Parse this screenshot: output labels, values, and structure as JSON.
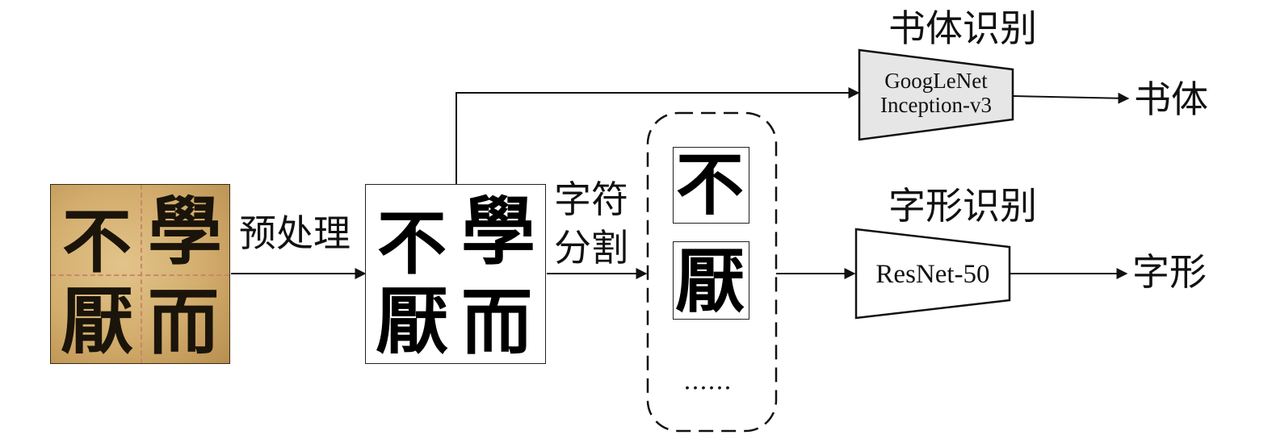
{
  "labels": {
    "preprocess": "预处理",
    "segment_line1": "字符",
    "segment_line2": "分割",
    "style_title": "书体识别",
    "glyph_title": "字形识别",
    "style_output": "书体",
    "glyph_output": "字形",
    "ellipsis": "……"
  },
  "networks": {
    "style_net_line1": "GoogLeNet",
    "style_net_line2": "Inception-v3",
    "glyph_net": "ResNet-50"
  },
  "calligraphy": {
    "chars": [
      "不",
      "學",
      "厭",
      "而"
    ],
    "segmented": [
      "不",
      "厭"
    ]
  },
  "colors": {
    "line": "#111111",
    "net_fill": "#e6e6e6",
    "paper": "#d2ac6c",
    "grid": "#c9866a"
  }
}
